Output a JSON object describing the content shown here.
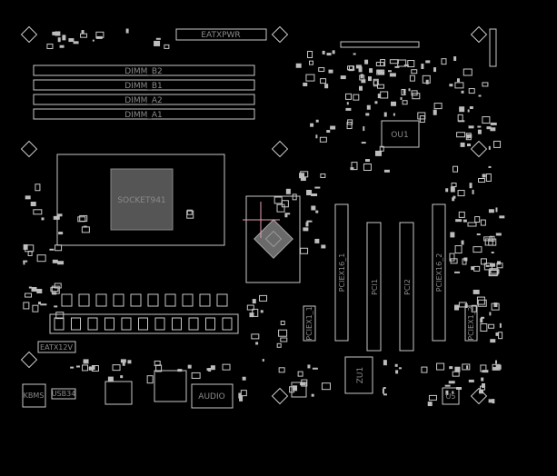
{
  "board": {
    "colors": {
      "background": "#000000",
      "outline": "#c8c8c8",
      "label": "#8a8a8a",
      "cursor": "#e8a0b0"
    },
    "components": {
      "eatxpwr": "EATXPWR",
      "dimm_b2": "DIMM_B2",
      "dimm_b1": "DIMM_B1",
      "dimm_a2": "DIMM_A2",
      "dimm_a1": "DIMM_A1",
      "socket": "SOCKET941",
      "ou1": "OU1",
      "pciex16_1": "PCIEX16_1",
      "pci1": "PCI1",
      "pci2": "PCI2",
      "pciex16_2": "PCIEX16_2",
      "pciex1_1": "PCIEX1_1",
      "pciex1_2": "PCIEX1_2",
      "zu1": "ZU1",
      "u5": "U5",
      "eatx12v": "EATX12V",
      "kbms": "KBMS",
      "usb34": "USB34",
      "audio": "AUDIO"
    }
  }
}
